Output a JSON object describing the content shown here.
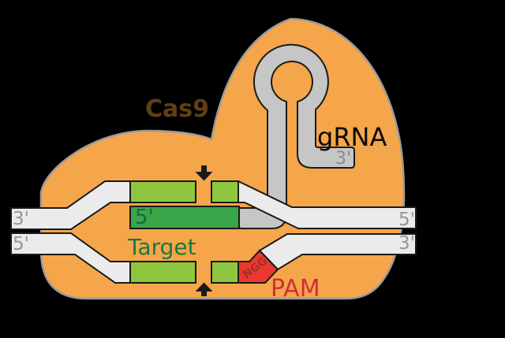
{
  "labels": {
    "cas9": "Cas9",
    "grna": "gRNA",
    "grna_3prime": "3'",
    "spacer_5prime": "5'",
    "target": "Target",
    "pam": "PAM",
    "ngg": "NGG",
    "dna_left_top_3prime": "3'",
    "dna_left_bottom_5prime": "5'",
    "dna_right_top_5prime": "5'",
    "dna_right_bottom_3prime": "3'"
  },
  "icons": {
    "cleavage_top": "down-arrow",
    "cleavage_bottom": "up-arrow"
  },
  "colors": {
    "background": "#000000",
    "cas9_body": "#F5A64A",
    "cas9_outline": "#9B9B9B",
    "grna_ribbon": "#C6C6C7",
    "dna_strand": "#EBEBEB",
    "target_green": "#8FC63F",
    "spacer_green": "#3AA64A",
    "pam_red": "#E8382F",
    "shape_outline": "#1A1A1A",
    "cas9_label": "#623E14",
    "grna_label": "#0A0A0A",
    "grna_3prime_label": "#8A8A8A",
    "spacer_label": "#176B38",
    "target_label": "#187842",
    "pam_label": "#CF2F38",
    "ngg_label": "#A52F28",
    "end_label": "#969696",
    "arrow": "#1A1A1A"
  }
}
